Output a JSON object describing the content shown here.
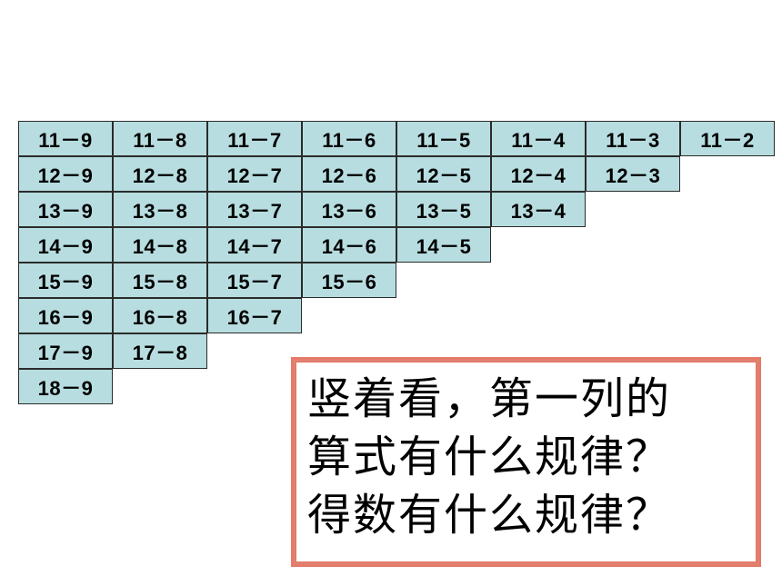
{
  "table": {
    "rows": [
      [
        "11－9",
        "11－8",
        "11－7",
        "11－6",
        "11－5",
        "11－4",
        "11－3",
        "11－2"
      ],
      [
        "12－9",
        "12－8",
        "12－7",
        "12－6",
        "12－5",
        "12－4",
        "12－3"
      ],
      [
        "13－9",
        "13－8",
        "13－7",
        "13－6",
        "13－5",
        "13－4"
      ],
      [
        "14－9",
        "14－8",
        "14－7",
        "14－6",
        "14－5"
      ],
      [
        "15－9",
        "15－8",
        "15－7",
        "15－6"
      ],
      [
        "16－9",
        "16－8",
        "16－7"
      ],
      [
        "17－9",
        "17－8"
      ],
      [
        "18－9"
      ]
    ]
  },
  "question": {
    "lines": [
      "竖着看，第一列的",
      "算式有什么规律？",
      "得数有什么规律？"
    ]
  }
}
